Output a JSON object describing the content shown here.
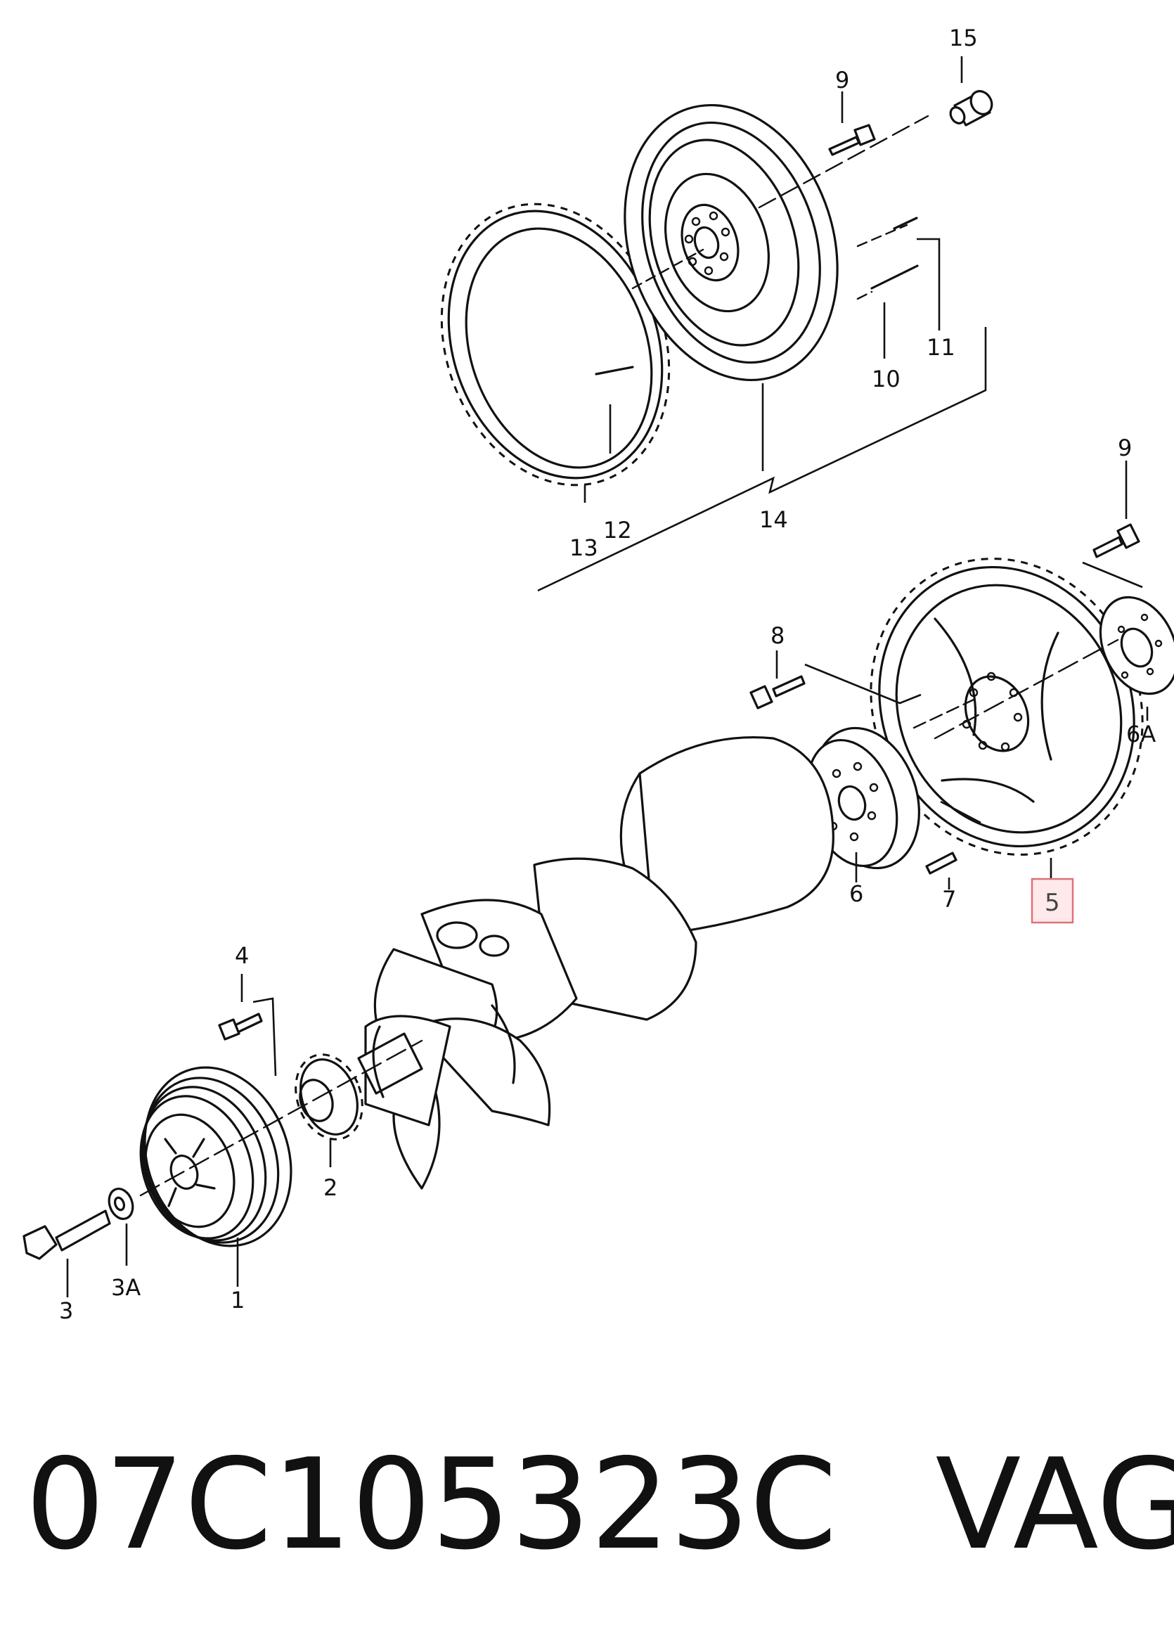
{
  "callouts": [
    {
      "id": "c15",
      "label": "15"
    },
    {
      "id": "c9a",
      "label": "9"
    },
    {
      "id": "c11",
      "label": "11"
    },
    {
      "id": "c10",
      "label": "10"
    },
    {
      "id": "c13",
      "label": "13"
    },
    {
      "id": "c12",
      "label": "12"
    },
    {
      "id": "c14",
      "label": "14"
    },
    {
      "id": "c9b",
      "label": "9"
    },
    {
      "id": "c8",
      "label": "8"
    },
    {
      "id": "c6a",
      "label": "6A"
    },
    {
      "id": "c6",
      "label": "6"
    },
    {
      "id": "c7",
      "label": "7"
    },
    {
      "id": "c5",
      "label": "5"
    },
    {
      "id": "c4",
      "label": "4"
    },
    {
      "id": "c2",
      "label": "2"
    },
    {
      "id": "c3",
      "label": "3"
    },
    {
      "id": "c3a",
      "label": "3A"
    },
    {
      "id": "c1",
      "label": "1"
    }
  ],
  "highlighted_callout": "5",
  "footer": {
    "part_number": "07C105323C",
    "brand": "VAG"
  }
}
